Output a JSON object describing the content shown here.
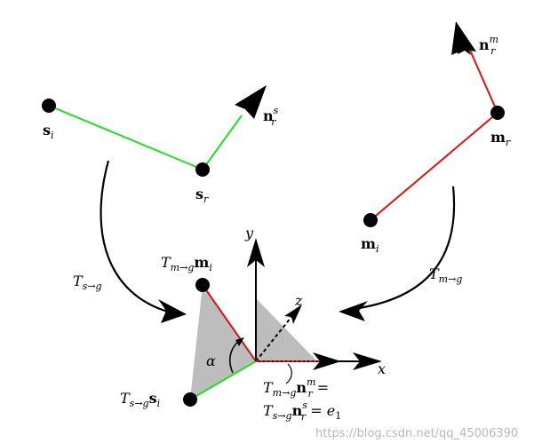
{
  "points": {
    "s_i": "s",
    "s_i_sub": "i",
    "s_r": "s",
    "s_r_sub": "r",
    "n_r_s": "n",
    "n_r_s_sub": "r",
    "n_r_s_sup": "s",
    "m_i": "m",
    "m_i_sub": "i",
    "m_r": "m",
    "m_r_sub": "r",
    "n_r_m": "n",
    "n_r_m_sup": "m",
    "n_r_m_sub": "r"
  },
  "transforms": {
    "t_sg": "T",
    "t_sg_sub": "s→g",
    "t_mg": "T",
    "t_mg_sub": "m→g"
  },
  "center": {
    "tm_mi_T": "T",
    "tm_mi_sub": "m→g",
    "tm_mi_m": "m",
    "tm_mi_msub": "i",
    "ts_si_T": "T",
    "ts_si_sub": "s→g",
    "ts_si_s": "s",
    "ts_si_ssub": "i",
    "alpha": "α",
    "axis_x": "x",
    "axis_y": "y",
    "axis_z": "z"
  },
  "equation": {
    "l1_T": "T",
    "l1_sub": "m→g",
    "l1_n": "n",
    "l1_nsup": "m",
    "l1_nsub": "r",
    "l1_eq": " =",
    "l2_T": "T",
    "l2_sub": "s→g",
    "l2_n": "n",
    "l2_nsup": "s",
    "l2_nsub": "r",
    "l2_eq": " = e",
    "l2_esub": "1"
  },
  "watermark": "https://blog.csdn.net/qq_45006390",
  "colors": {
    "green": "#1fe01f",
    "red": "#e01010",
    "gray": "#bdbdbd",
    "black": "#000000"
  }
}
